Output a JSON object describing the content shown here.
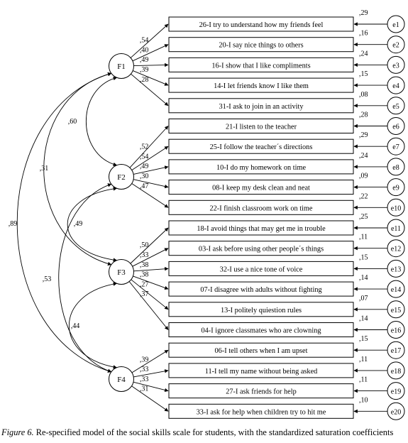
{
  "factors": [
    {
      "id": "F1",
      "label": "F1"
    },
    {
      "id": "F2",
      "label": "F2"
    },
    {
      "id": "F3",
      "label": "F3"
    },
    {
      "id": "F4",
      "label": "F4"
    }
  ],
  "items": [
    {
      "factor": "F1",
      "label": "26-I try to understand how my friends feel",
      "loading": ",54",
      "error": "e1",
      "error_value": ",29"
    },
    {
      "factor": "F1",
      "label": "20-I say nice things to others",
      "loading": ",40",
      "error": "e2",
      "error_value": ",16"
    },
    {
      "factor": "F1",
      "label": "16-I show that I like compliments",
      "loading": ",49",
      "error": "e3",
      "error_value": ",24"
    },
    {
      "factor": "F1",
      "label": "14-I let friends know I like them",
      "loading": ",39",
      "error": "e4",
      "error_value": ",15"
    },
    {
      "factor": "F1",
      "label": "31-I ask to join in an activity",
      "loading": ",28",
      "error": "e5",
      "error_value": ",08"
    },
    {
      "factor": "F2",
      "label": "21-I listen to the teacher",
      "loading": ",52",
      "error": "e6",
      "error_value": ",28"
    },
    {
      "factor": "F2",
      "label": "25-I follow the teacher´s directions",
      "loading": ",54",
      "error": "e7",
      "error_value": ",29"
    },
    {
      "factor": "F2",
      "label": "10-I do my homework on time",
      "loading": ",49",
      "error": "e8",
      "error_value": ",24"
    },
    {
      "factor": "F2",
      "label": "08-I keep my desk clean and neat",
      "loading": ",30",
      "error": "e9",
      "error_value": ",09"
    },
    {
      "factor": "F2",
      "label": "22-I finish classroom work on time",
      "loading": ",47",
      "error": "e10",
      "error_value": ",22"
    },
    {
      "factor": "F3",
      "label": "18-I avoid things that may get me in trouble",
      "loading": ",50",
      "error": "e11",
      "error_value": ",25"
    },
    {
      "factor": "F3",
      "label": "03-I ask before using other people´s things",
      "loading": ",33",
      "error": "e12",
      "error_value": ",11"
    },
    {
      "factor": "F3",
      "label": "32-I use a nice tone of voice",
      "loading": ",38",
      "error": "e13",
      "error_value": ",15"
    },
    {
      "factor": "F3",
      "label": "07-I disagree with adults without fighting",
      "loading": ",38",
      "error": "e14",
      "error_value": ",14"
    },
    {
      "factor": "F3",
      "label": "13-I politely quiestion rules",
      "loading": ",27",
      "error": "e15",
      "error_value": ",07"
    },
    {
      "factor": "F3",
      "label": "04-I ignore classmates who are clowning",
      "loading": ",37",
      "error": "e16",
      "error_value": ",14"
    },
    {
      "factor": "F4",
      "label": "06-I tell others when I am upset",
      "loading": ",39",
      "error": "e17",
      "error_value": ",15"
    },
    {
      "factor": "F4",
      "label": "11-I tell my name without being asked",
      "loading": ",33",
      "error": "e18",
      "error_value": ",11"
    },
    {
      "factor": "F4",
      "label": "27-I ask friends for help",
      "loading": ",33",
      "error": "e19",
      "error_value": ",11"
    },
    {
      "factor": "F4",
      "label": "33-I ask for help when children try to hit me",
      "loading": ",31",
      "error": "e20",
      "error_value": ",10"
    }
  ],
  "correlations": [
    {
      "from": "F1",
      "to": "F2",
      "value": ",60"
    },
    {
      "from": "F1",
      "to": "F3",
      "value": ",31"
    },
    {
      "from": "F1",
      "to": "F4",
      "value": ",89"
    },
    {
      "from": "F2",
      "to": "F3",
      "value": ",49"
    },
    {
      "from": "F2",
      "to": "F4",
      "value": ",53"
    },
    {
      "from": "F3",
      "to": "F4",
      "value": ",44"
    }
  ],
  "caption": {
    "prefix": "Figure 6.",
    "text": " Re-specified model of the social skills scale for students, with the standardized saturation coefficients"
  }
}
